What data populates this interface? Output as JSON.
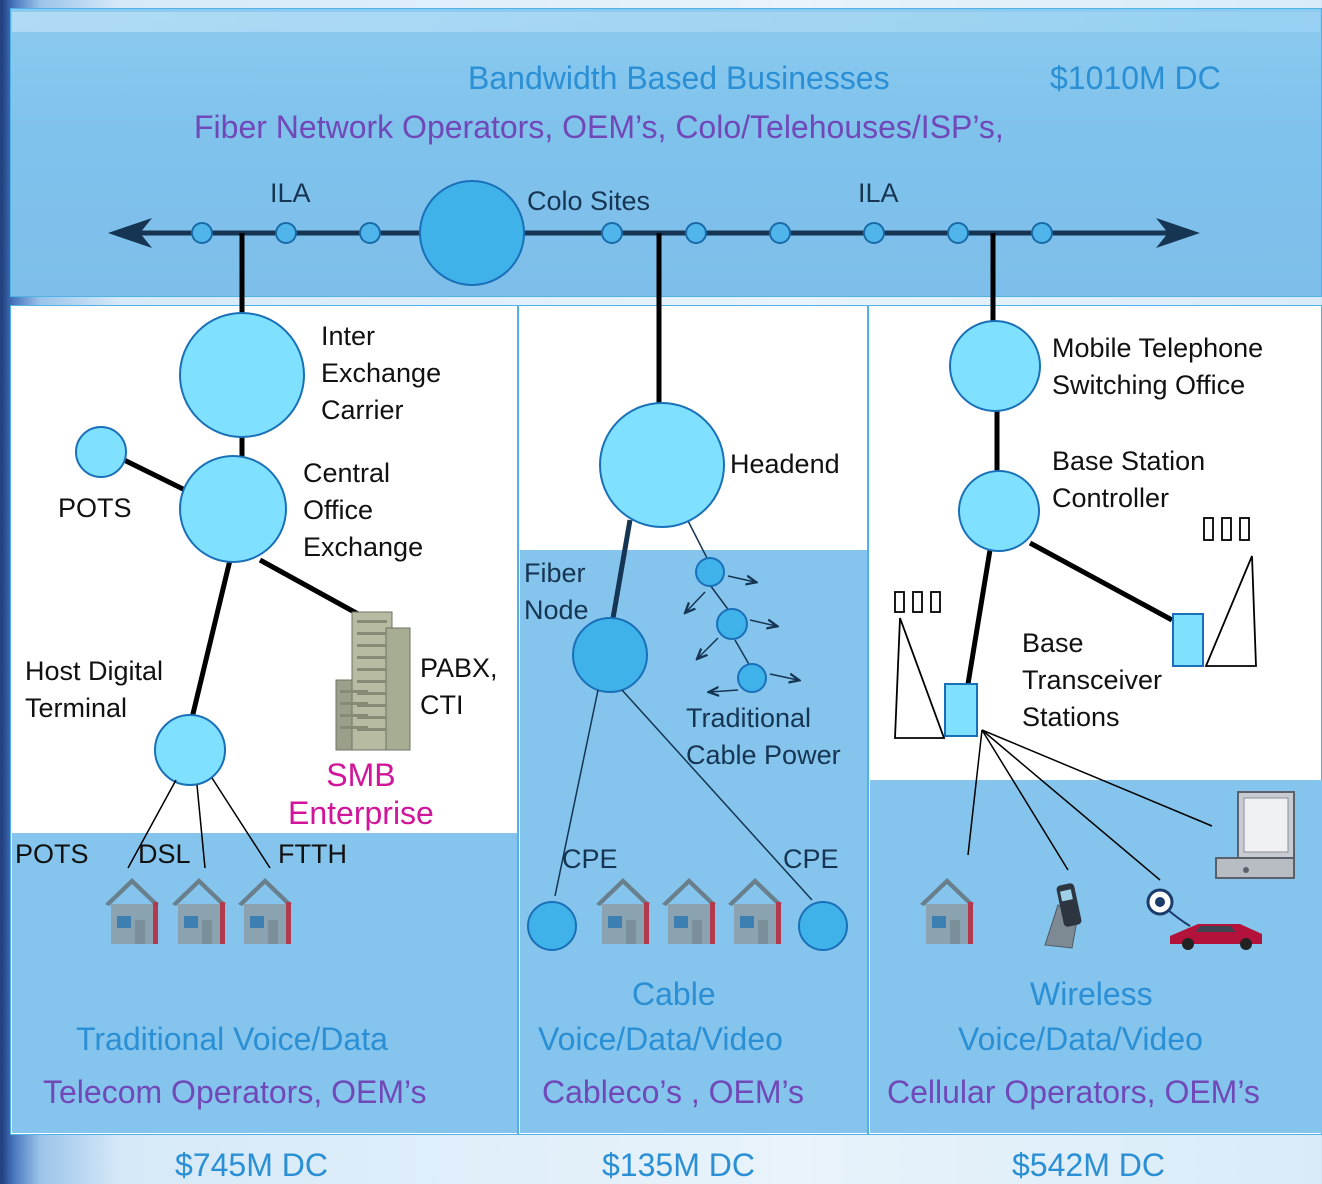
{
  "top": {
    "title": "Bandwidth Based Businesses",
    "amount": "$1010M DC",
    "subtitle": "Fiber Network Operators, OEM’s, Colo/Telehouses/ISP’s,",
    "ila_left": "ILA",
    "colo": "Colo Sites",
    "ila_right": "ILA"
  },
  "left": {
    "iec": "Inter\nExchange\nCarrier",
    "pots_top": "POTS",
    "coe": "Central\nOffice\nExchange",
    "hdt": "Host Digital\nTerminal",
    "pabx": "PABX,\nCTI",
    "smb": "SMB\nEnterprise",
    "pots": "POTS",
    "dsl": "DSL",
    "ftth": "FTTH",
    "title": "Traditional Voice/Data",
    "operators": "Telecom Operators, OEM’s",
    "amount": "$745M DC"
  },
  "middle": {
    "headend": "Headend",
    "fiber_node": "Fiber\nNode",
    "power": "Traditional\nCable Power",
    "cpe_left": "CPE",
    "cpe_right": "CPE",
    "title1": "Cable",
    "title2": "Voice/Data/Video",
    "operators": "Cableco’s , OEM’s",
    "amount": "$135M DC"
  },
  "right": {
    "mtso": "Mobile Telephone\nSwitching Office",
    "bsc": "Base Station\nController",
    "bts": "Base\nTransceiver\nStations",
    "title1": "Wireless",
    "title2": "Voice/Data/Video",
    "operators": "Cellular Operators, OEM’s",
    "amount": "$542M DC"
  },
  "colors": {
    "panel_blue": "#85c4ec",
    "text_blue": "#2a8fd4",
    "text_purple": "#7048b8",
    "magenta": "#d0159a",
    "line": "#163553"
  }
}
